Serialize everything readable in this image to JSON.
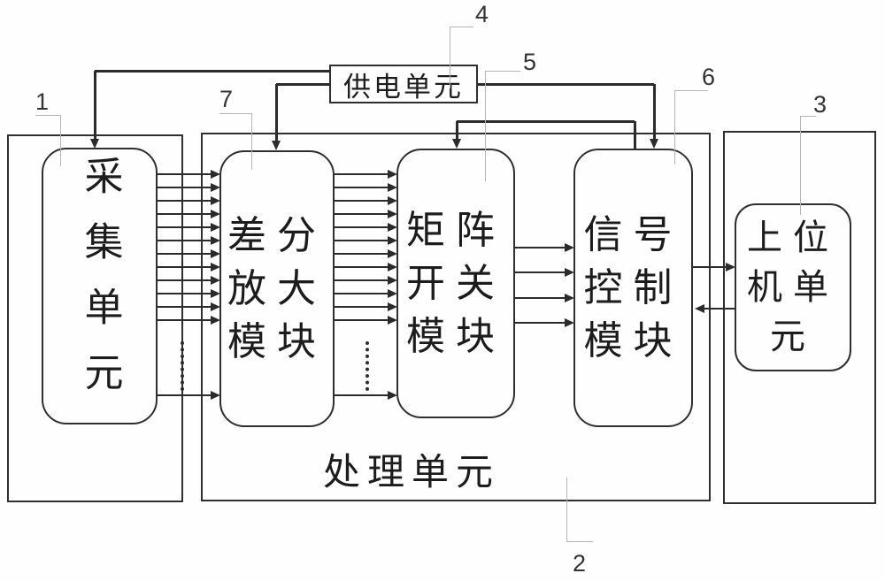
{
  "diagram": {
    "power_unit": {
      "label": "供电单元",
      "ref": "4"
    },
    "acquisition_unit": {
      "label": "采集单元",
      "ref": "1"
    },
    "diff_amp_module": {
      "label": "差分放大模块",
      "ref": "7"
    },
    "matrix_switch_module": {
      "label": "矩阵开关模块",
      "ref": "5"
    },
    "signal_control_module": {
      "label": "信号控制模块",
      "ref": "6"
    },
    "host_unit": {
      "label": "上位机单元",
      "ref": "3"
    },
    "processing_unit": {
      "label": "处理单元",
      "ref": "2"
    },
    "colors": {
      "line": "#2b2b2b",
      "leader": "#b4b4b4",
      "background": "#fefefe"
    }
  }
}
